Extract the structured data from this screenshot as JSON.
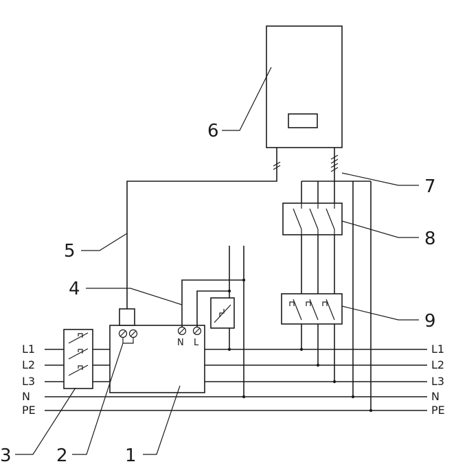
{
  "line_labels_left": [
    "L1",
    "L2",
    "L3",
    "N",
    "PE"
  ],
  "line_labels_right": [
    "L1",
    "L2",
    "L3",
    "N",
    "PE"
  ],
  "terminal_labels": {
    "n": "N",
    "l": "L"
  },
  "callouts": {
    "c1": "1",
    "c2": "2",
    "c3": "3",
    "c4": "4",
    "c5": "5",
    "c6": "6",
    "c7": "7",
    "c8": "8",
    "c9": "9"
  },
  "colors": {
    "line": "#1a1a1a",
    "background": "#ffffff"
  }
}
